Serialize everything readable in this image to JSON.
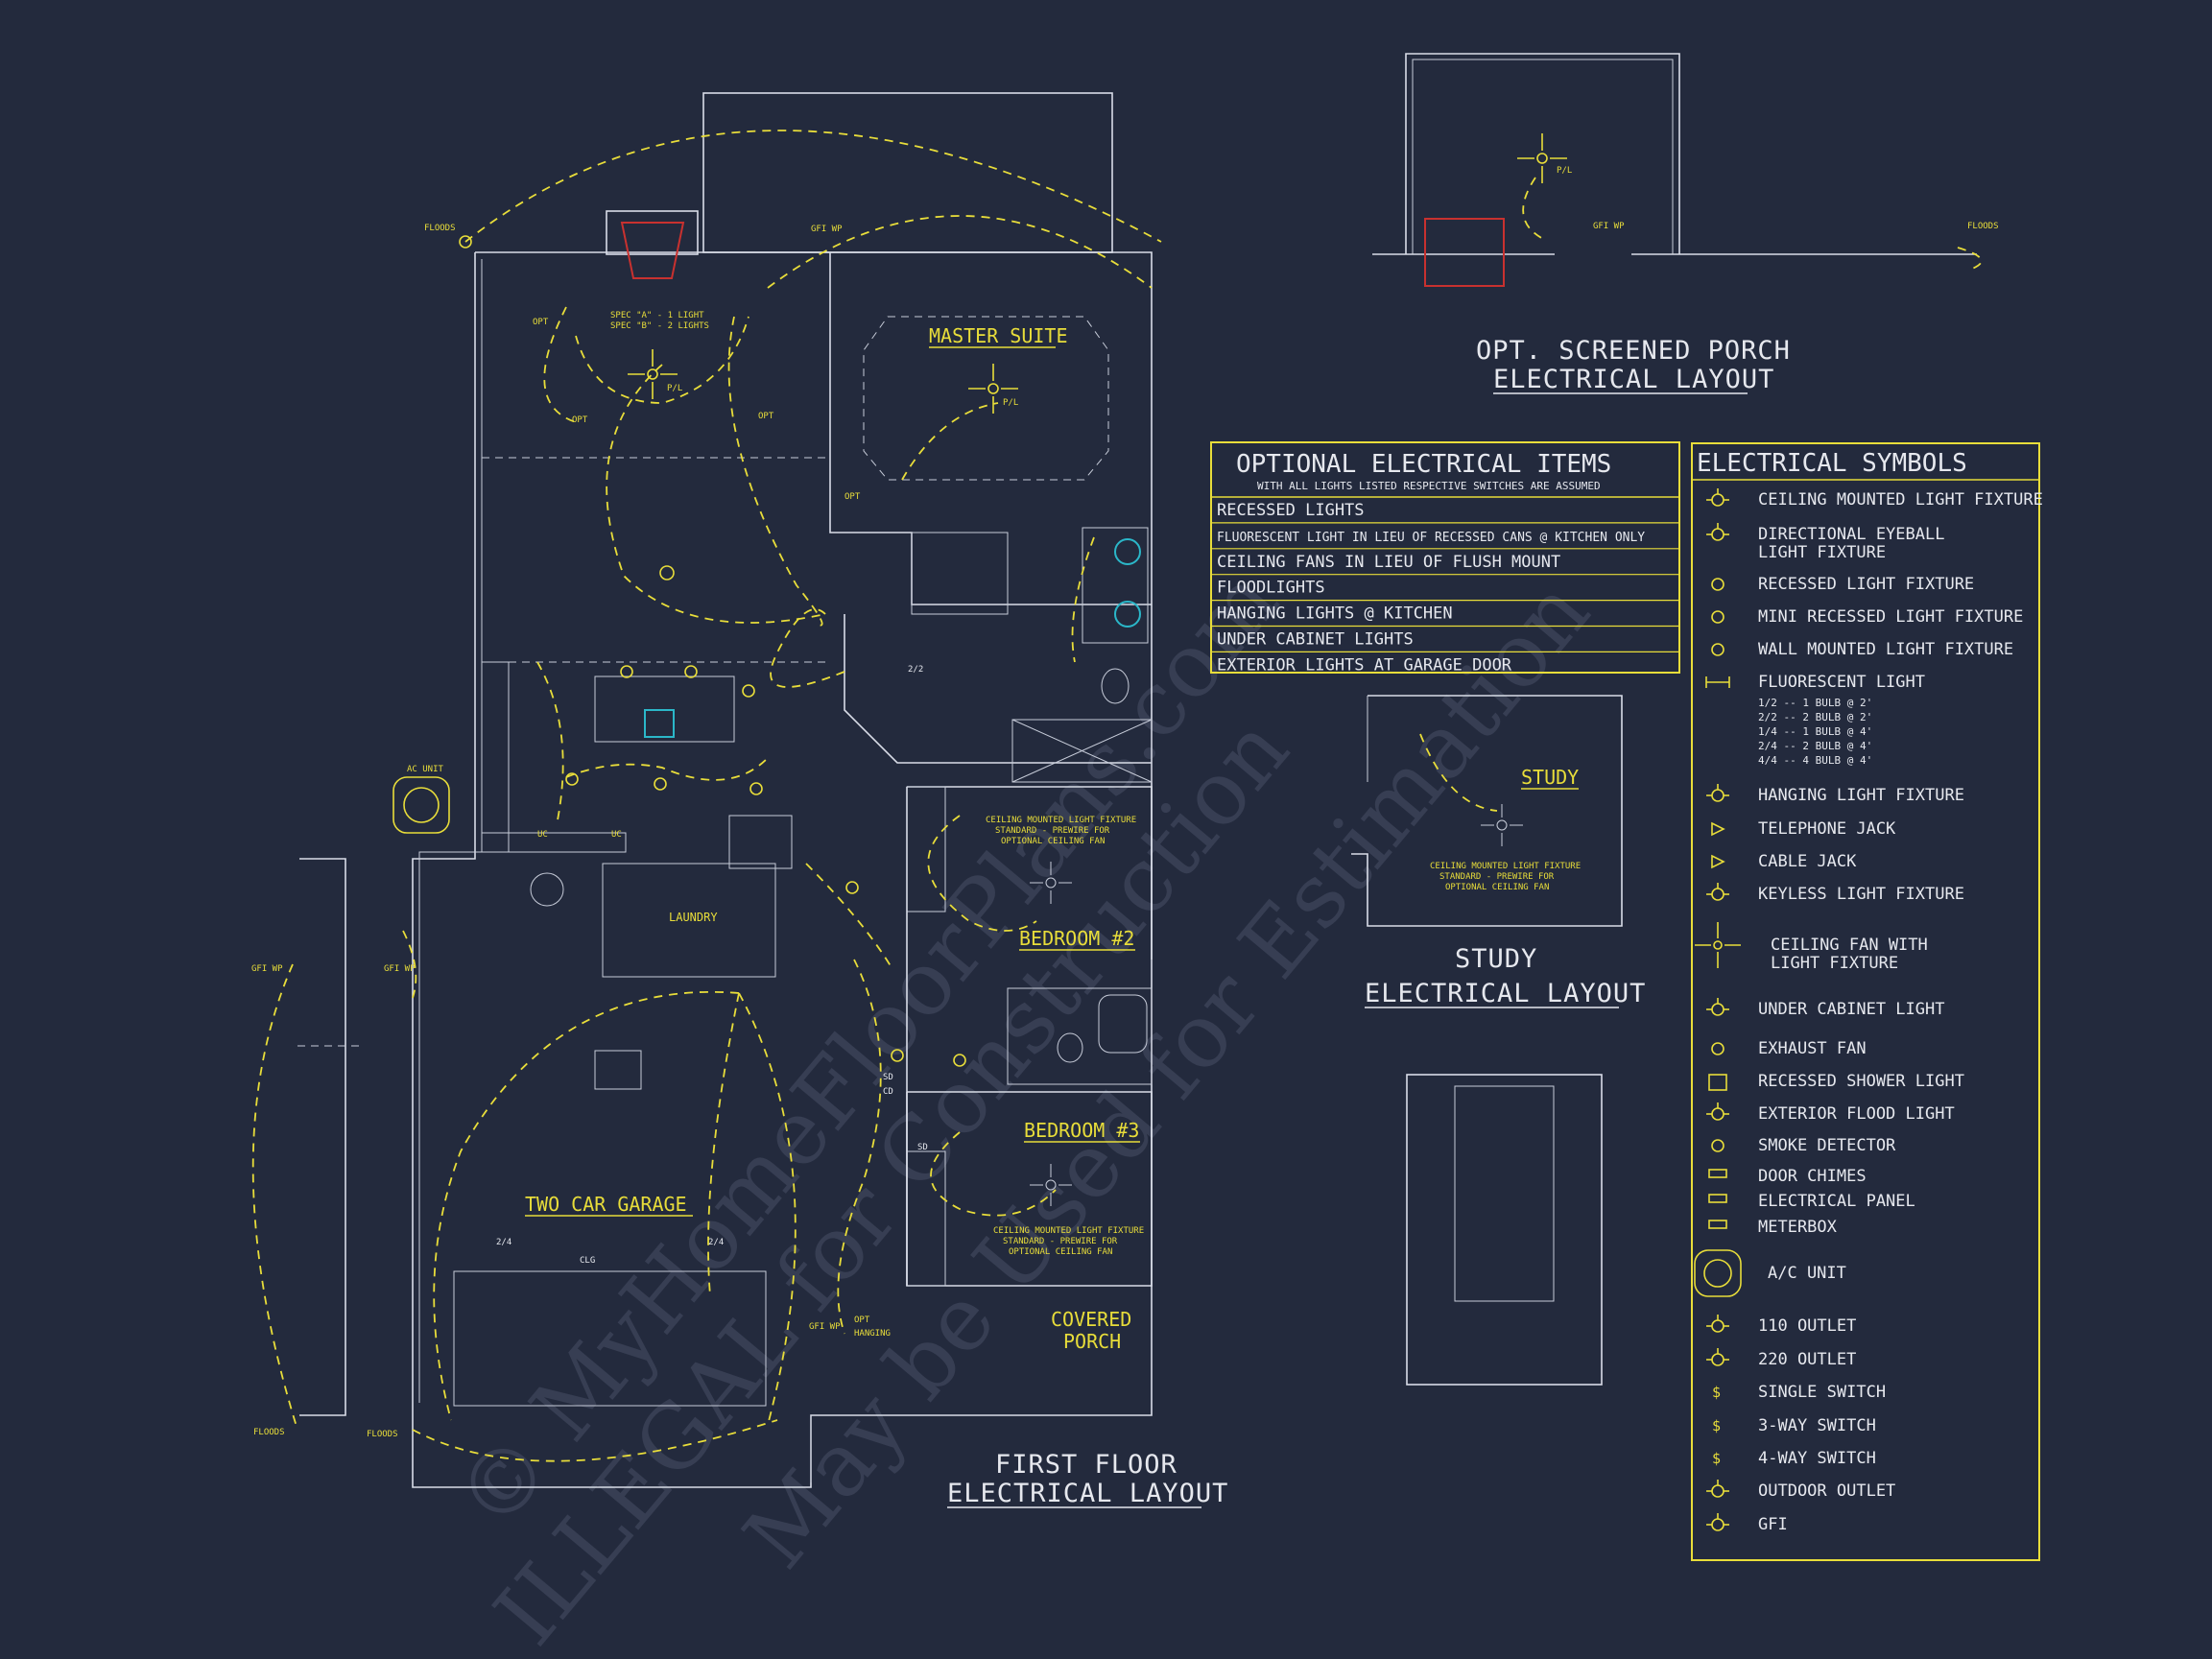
{
  "plan_titles": {
    "first_floor_line1": "FIRST FLOOR",
    "first_floor_line2": "ELECTRICAL LAYOUT",
    "porch_line1": "OPT. SCREENED PORCH",
    "porch_line2": "ELECTRICAL LAYOUT",
    "study_line1": "STUDY",
    "study_line2": "ELECTRICAL LAYOUT"
  },
  "rooms": {
    "master_suite": "MASTER SUITE",
    "bedroom_2": "BEDROOM #2",
    "bedroom_3": "BEDROOM #3",
    "two_car_garage": "TWO CAR GARAGE",
    "covered_porch_1": "COVERED",
    "covered_porch_2": "PORCH",
    "laundry": "LAUNDRY",
    "study": "STUDY"
  },
  "annotations": {
    "floods": "FLOODS",
    "gfi_wp": "GFI WP",
    "opt": "OPT",
    "pl": "P/L",
    "ac_unit": "AC UNIT",
    "spec_a": "SPEC \"A\" - 1 LIGHT",
    "spec_b": "SPEC \"B\" - 2 LIGHTS",
    "ceiling_note_1": "CEILING MOUNTED LIGHT FIXTURE",
    "ceiling_note_2": "STANDARD - PREWIRE FOR",
    "ceiling_note_3": "OPTIONAL CEILING FAN",
    "clg": "CLG",
    "dim_24": "2/4",
    "dim_22": "2/2",
    "hanging": "HANGING",
    "sd": "SD",
    "cd": "CD",
    "uc": "UC"
  },
  "optional_items": {
    "title": "OPTIONAL ELECTRICAL ITEMS",
    "subtitle": "WITH ALL LIGHTS LISTED RESPECTIVE SWITCHES ARE ASSUMED",
    "items": [
      "RECESSED LIGHTS",
      "FLUORESCENT LIGHT IN LIEU OF RECESSED CANS @ KITCHEN ONLY",
      "CEILING FANS IN LIEU OF FLUSH MOUNT",
      "FLOODLIGHTS",
      "HANGING LIGHTS @ KITCHEN",
      "UNDER CABINET LIGHTS",
      "EXTERIOR LIGHTS AT GARAGE DOOR"
    ]
  },
  "symbols_legend": {
    "title": "ELECTRICAL SYMBOLS",
    "items": [
      {
        "icon": "ceiling-light-icon",
        "label": "CEILING MOUNTED LIGHT FIXTURE"
      },
      {
        "icon": "eyeball-light-icon",
        "label": "DIRECTIONAL EYEBALL",
        "label2": "LIGHT FIXTURE"
      },
      {
        "icon": "recessed-light-icon",
        "label": "RECESSED LIGHT FIXTURE"
      },
      {
        "icon": "mini-recessed-icon",
        "label": "MINI RECESSED LIGHT FIXTURE"
      },
      {
        "icon": "wall-light-icon",
        "label": "WALL MOUNTED LIGHT FIXTURE"
      },
      {
        "icon": "fluorescent-icon",
        "label": "FLUORESCENT LIGHT"
      },
      {
        "icon": "hanging-light-icon",
        "label": "HANGING LIGHT FIXTURE"
      },
      {
        "icon": "telephone-jack-icon",
        "label": "TELEPHONE JACK"
      },
      {
        "icon": "cable-jack-icon",
        "label": "CABLE JACK"
      },
      {
        "icon": "keyless-light-icon",
        "label": "KEYLESS LIGHT FIXTURE"
      },
      {
        "icon": "ceiling-fan-icon",
        "label": "CEILING FAN WITH",
        "label2": "LIGHT FIXTURE"
      },
      {
        "icon": "under-cabinet-icon",
        "label": "UNDER CABINET LIGHT"
      },
      {
        "icon": "exhaust-fan-icon",
        "label": "EXHAUST FAN"
      },
      {
        "icon": "shower-light-icon",
        "label": "RECESSED SHOWER LIGHT"
      },
      {
        "icon": "flood-light-icon",
        "label": "EXTERIOR FLOOD LIGHT"
      },
      {
        "icon": "smoke-detector-icon",
        "label": "SMOKE DETECTOR"
      },
      {
        "icon": "door-chimes-icon",
        "label": "DOOR CHIMES"
      },
      {
        "icon": "electrical-panel-icon",
        "label": "ELECTRICAL PANEL"
      },
      {
        "icon": "meterbox-icon",
        "label": "METERBOX"
      },
      {
        "icon": "ac-unit-icon",
        "label": "A/C UNIT"
      },
      {
        "icon": "outlet-110-icon",
        "label": "110 OUTLET"
      },
      {
        "icon": "outlet-220-icon",
        "label": "220 OUTLET"
      },
      {
        "icon": "single-switch-icon",
        "label": "SINGLE SWITCH"
      },
      {
        "icon": "three-way-switch-icon",
        "label": "3-WAY SWITCH"
      },
      {
        "icon": "four-way-switch-icon",
        "label": "4-WAY SWITCH"
      },
      {
        "icon": "outdoor-outlet-icon",
        "label": "OUTDOOR OUTLET"
      },
      {
        "icon": "gfi-icon",
        "label": "GFI"
      }
    ],
    "fluorescent_notes": [
      "1/2 -- 1 BULB @ 2'",
      "2/2 -- 2 BULB @ 2'",
      "1/4 -- 1 BULB @ 4'",
      "2/4 -- 2 BULB @ 4'",
      "4/4 -- 4 BULB @ 4'"
    ]
  },
  "watermark": {
    "line1": "© MyHomeFloorPlans.com",
    "line2": "ILLEGAL for Construction",
    "line3": "May be Used for Estimation"
  },
  "colors": {
    "background": "#232a3d",
    "linework": "#d9dde8",
    "electrical": "#e8dd3a",
    "fixture_accent": "#2bb7c9",
    "fireplace": "#c8312f"
  }
}
